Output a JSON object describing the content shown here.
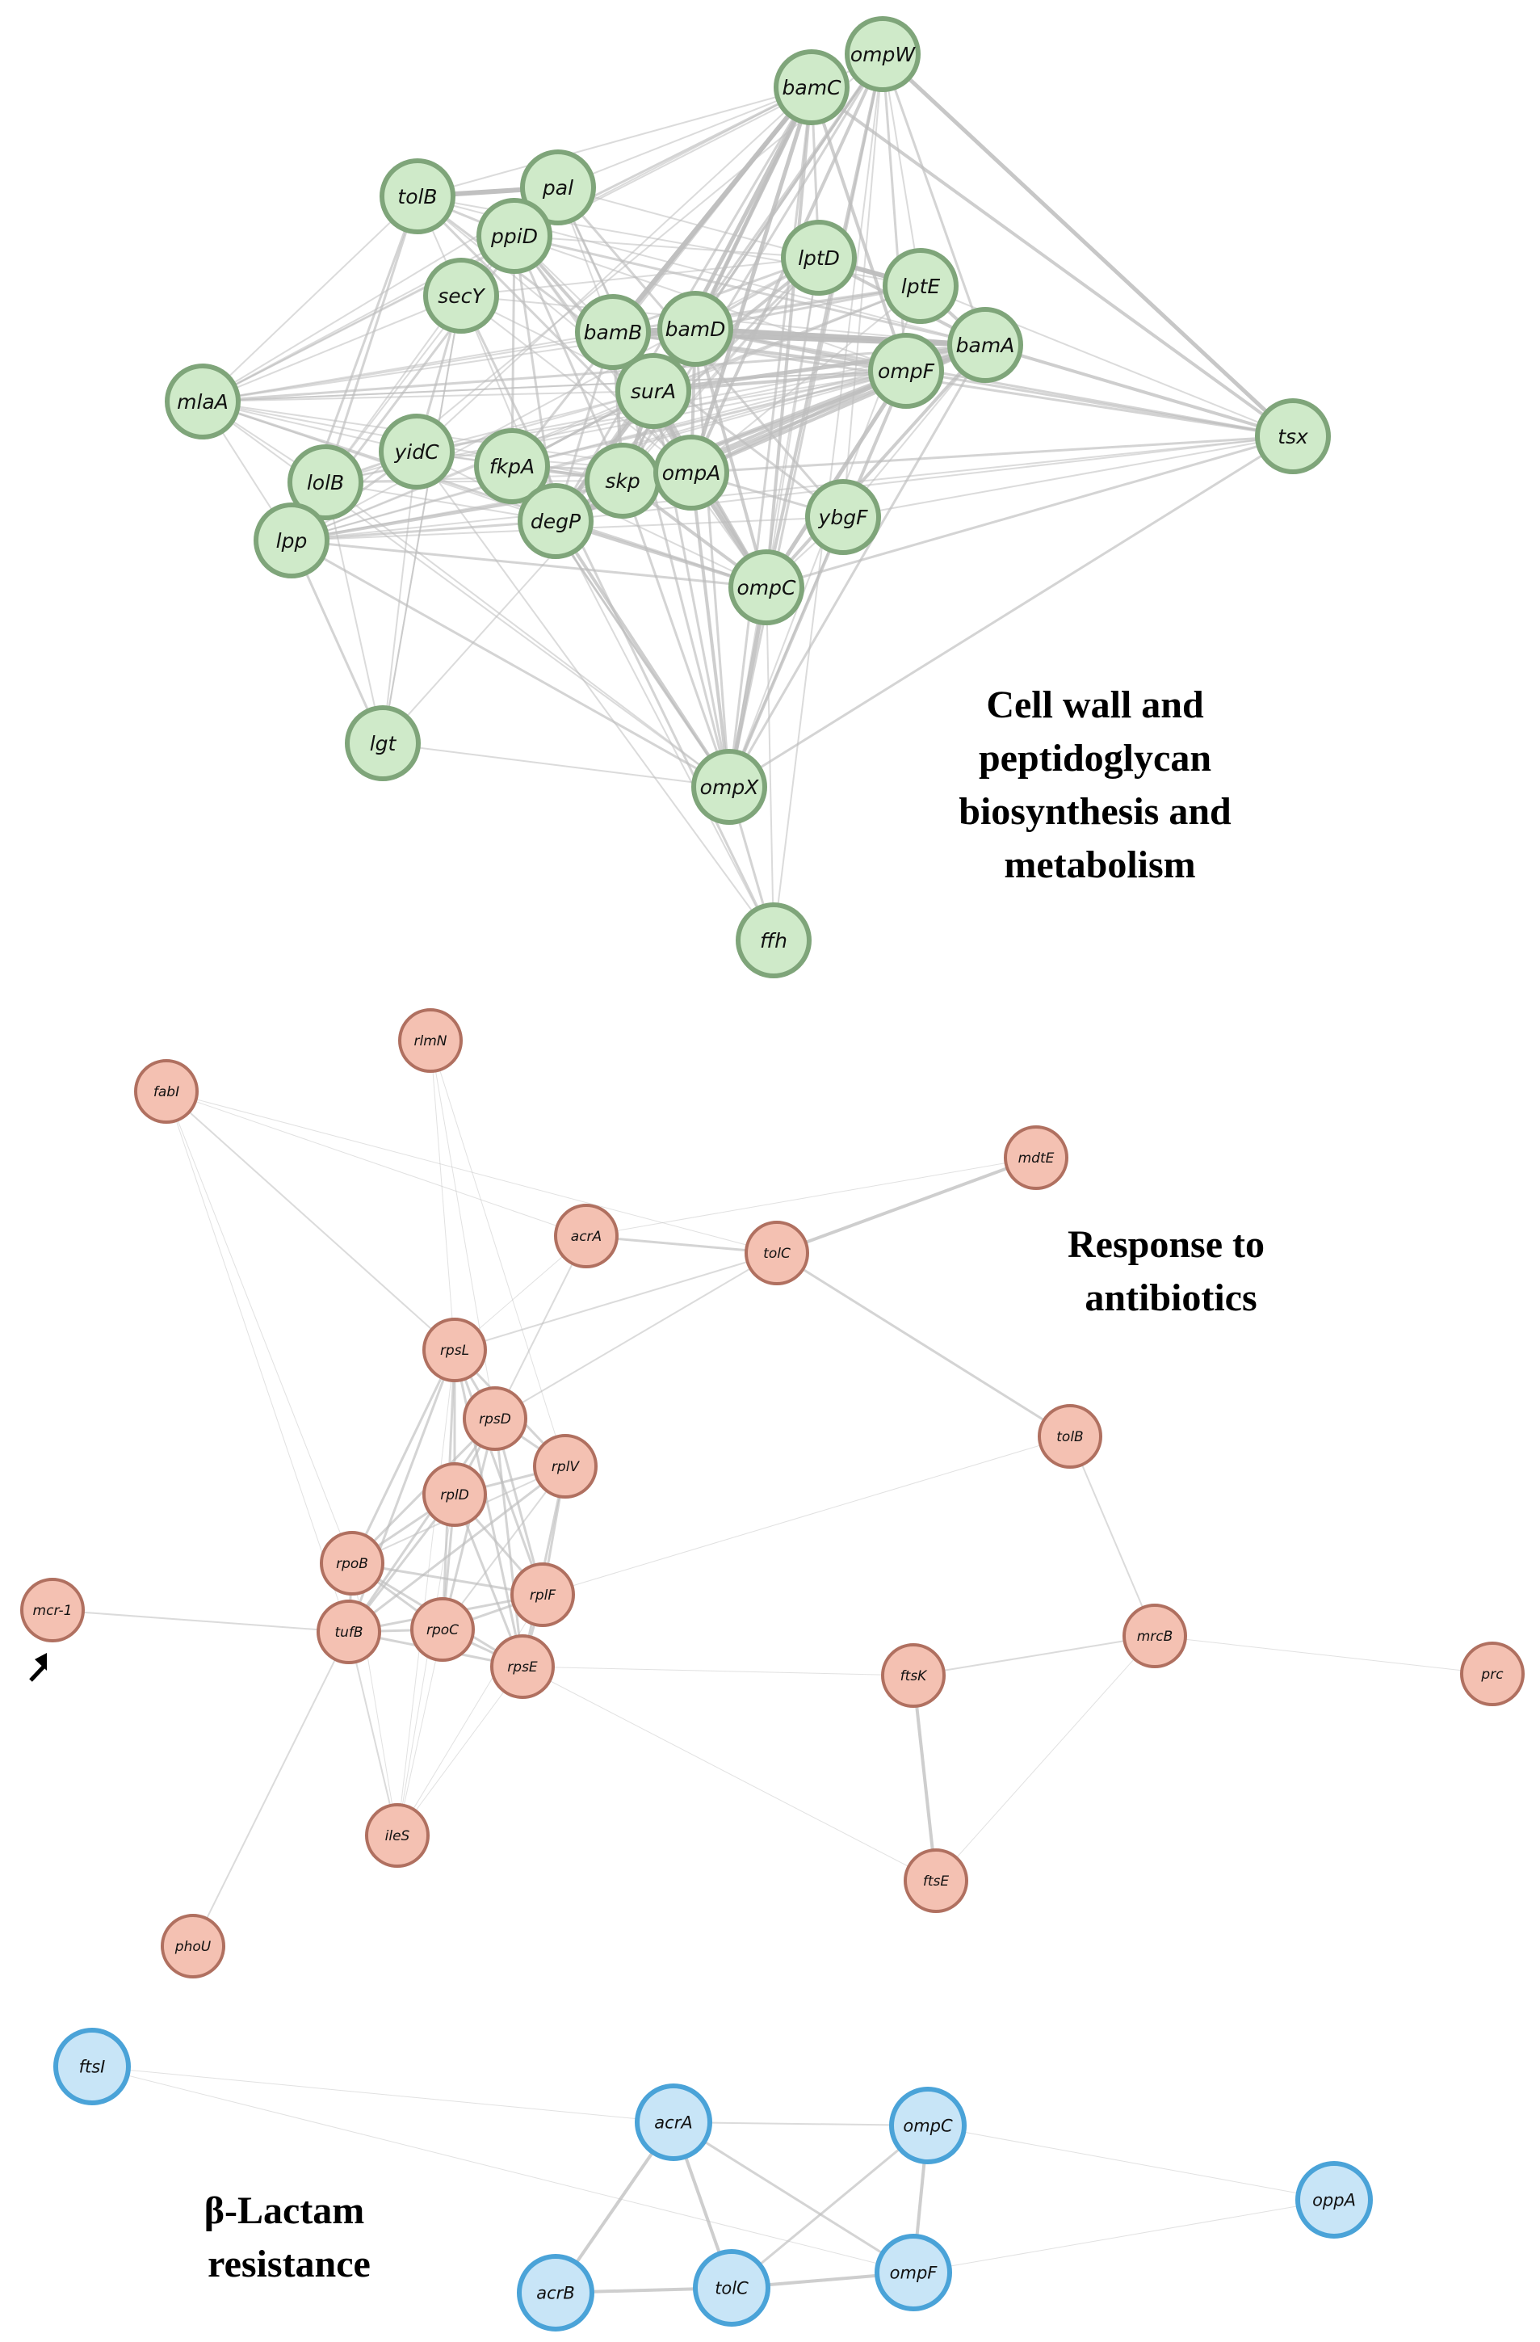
{
  "sections": [
    {
      "id": "cellwall",
      "title_lines": [
        "Cell wall and",
        "peptidoglycan",
        "biosynthesis and",
        "metabolism"
      ],
      "colors": {
        "fill": "#cfeac9",
        "stroke": "#7fa57a"
      },
      "nodes": [
        "bamC",
        "ompW",
        "tolB",
        "pal",
        "ppiD",
        "lptD",
        "lptE",
        "secY",
        "bamB",
        "bamD",
        "bamA",
        "ompF",
        "surA",
        "mlaA",
        "tsx",
        "yidC",
        "fkpA",
        "lolB",
        "skp",
        "ompA",
        "degP",
        "ybgF",
        "lpp",
        "ompC",
        "lgt",
        "ompX",
        "ffh"
      ]
    },
    {
      "id": "antibiotics",
      "title_lines": [
        "Response to",
        "antibiotics"
      ],
      "colors": {
        "fill": "#f4c1b2",
        "stroke": "#b07060"
      },
      "nodes": [
        "rlmN",
        "fabI",
        "mdtE",
        "acrA",
        "tolC",
        "rpsL",
        "rpsD",
        "rplV",
        "tolB",
        "rplD",
        "rpoB",
        "rplF",
        "mcr-1",
        "tufB",
        "rpoC",
        "rpsE",
        "mrcB",
        "ftsK",
        "prc",
        "ileS",
        "ftsE",
        "phoU"
      ]
    },
    {
      "id": "betalactam",
      "title_lines": [
        "β-Lactam",
        "resistance"
      ],
      "colors": {
        "fill": "#c8e5f7",
        "stroke": "#4aa3d8"
      },
      "nodes": [
        "ftsI",
        "acrA",
        "ompC",
        "oppA",
        "ompF",
        "acrB",
        "tolC"
      ]
    }
  ],
  "edge_color": "#bdbdbd"
}
